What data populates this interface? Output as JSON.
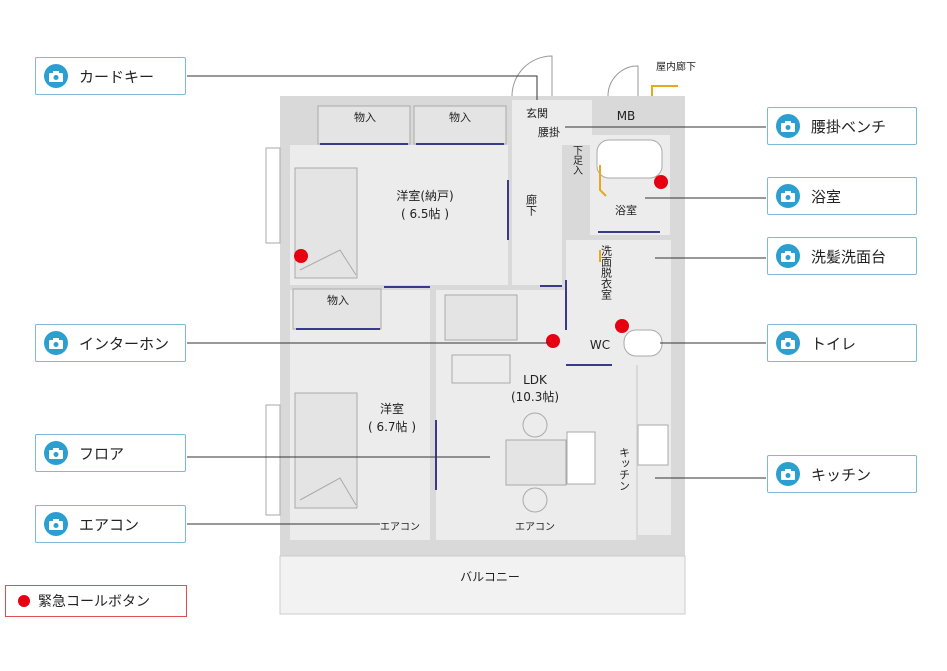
{
  "buttons": {
    "card_key": "カードキー",
    "intercom": "インターホン",
    "floor": "フロア",
    "aircon": "エアコン",
    "bench": "腰掛ベンチ",
    "bathroom": "浴室",
    "wash_basin": "洗髪洗面台",
    "toilet": "トイレ",
    "kitchen": "キッチン"
  },
  "legend": {
    "label": "緊急コールボタン"
  },
  "rooms": {
    "western_storage": "洋室(納戸)",
    "western_storage_size": "( 6.5帖 )",
    "western": "洋室",
    "western_size": "( 6.7帖 )",
    "ldk": "LDK",
    "ldk_size": "(10.3帖)",
    "storage": "物入",
    "entrance": "玄関",
    "bench_small": "腰掛",
    "mb": "MB",
    "shoe_box": "下足入",
    "corridor": "廊下",
    "bath": "浴室",
    "dressing": "洗面脱衣室",
    "wc": "WC",
    "kitchen": "キッチン",
    "aircon_small": "エアコン",
    "balcony": "バルコニー",
    "indoor_corridor": "屋内廊下"
  },
  "colors": {
    "accent": "#2a9fd0",
    "alarm": "#e60012",
    "wall": "#b0b0b0",
    "floor": "#ececec",
    "edge": "#3a3a8c"
  }
}
